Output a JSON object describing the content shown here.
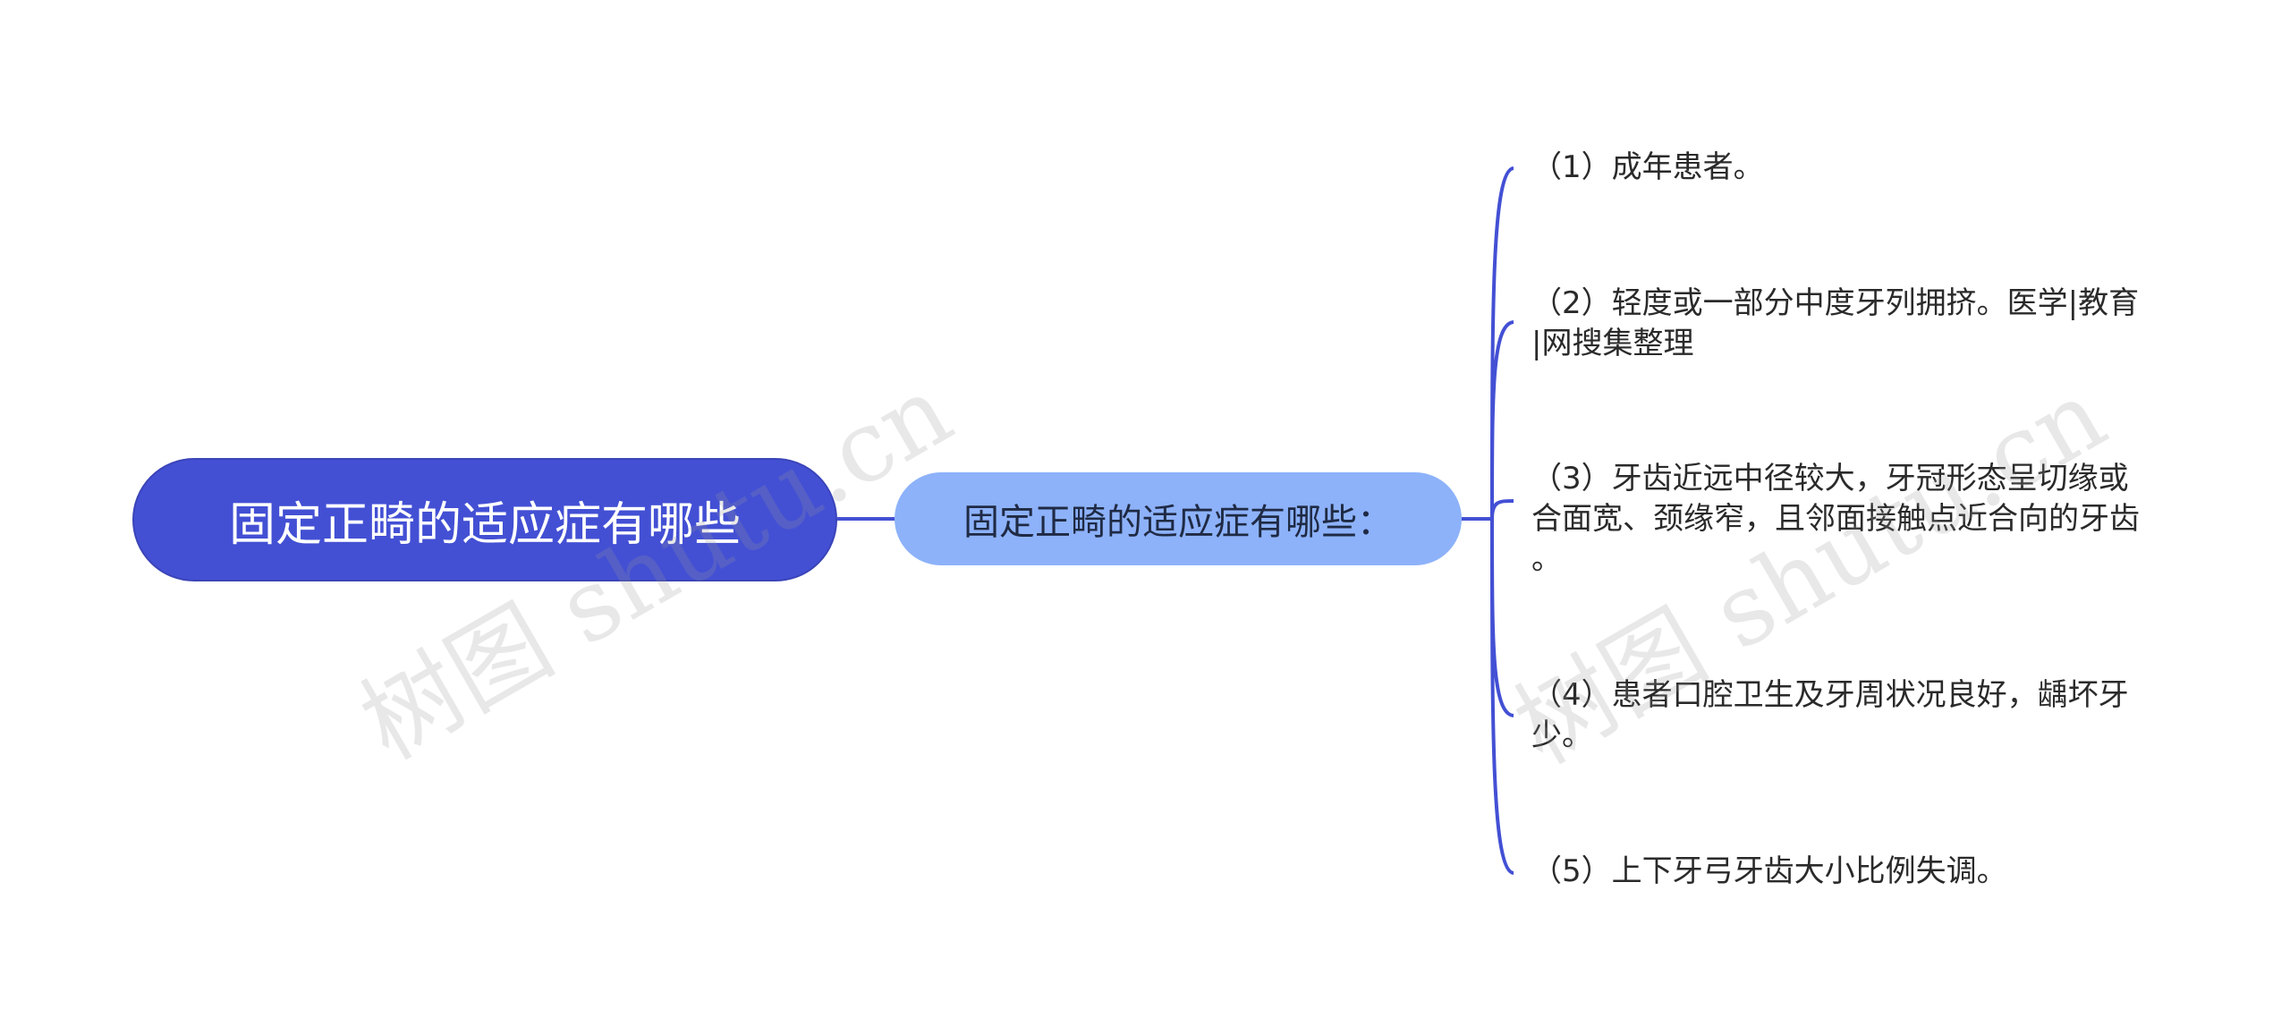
{
  "root": {
    "label": "固定正畸的适应症有哪些"
  },
  "branch": {
    "label": "固定正畸的适应症有哪些："
  },
  "leaves": [
    {
      "text": "（1）成年患者。"
    },
    {
      "text": "（2）轻度或一部分中度牙列拥挤。医学|教育\n|网搜集整理"
    },
    {
      "text": "（3）牙齿近远中径较大，牙冠形态呈切缘或\n合面宽、颈缘窄，且邻面接触点近合向的牙齿\n。"
    },
    {
      "text": "（4）患者口腔卫生及牙周状况良好，龋坏牙\n少。"
    },
    {
      "text": "（5）上下牙弓牙齿大小比例失调。"
    }
  ],
  "watermark": "树图 shutu.cn",
  "colors": {
    "root_fill": "#4350d4",
    "branch_fill": "#8db2fa",
    "connector": "#4350d4",
    "leaf_text": "#2a2a2a",
    "background": "#ffffff"
  }
}
